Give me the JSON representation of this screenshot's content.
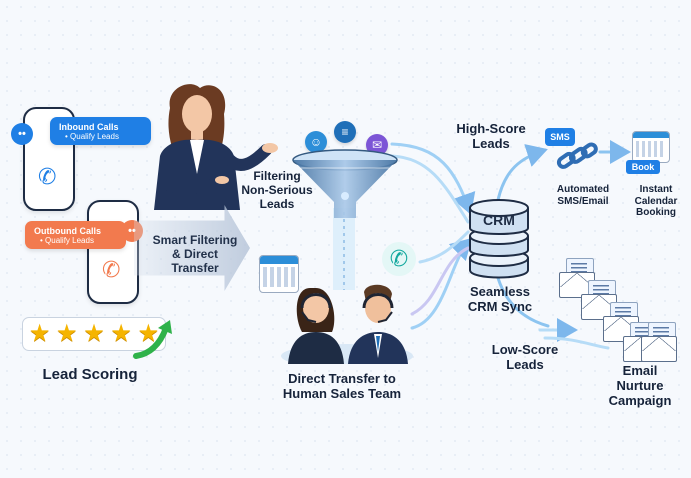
{
  "inbound": {
    "title": "Inbound Calls",
    "sub": "Qualify Leads"
  },
  "outbound": {
    "title": "Outbound Calls",
    "sub": "Qualify Leads"
  },
  "smart_filtering": {
    "line1": "Smart Filtering",
    "line2": "& Direct Transfer"
  },
  "lead_scoring": {
    "label": "Lead Scoring",
    "stars": 5
  },
  "filtering": {
    "line1": "Filtering",
    "line2": "Non-Serious",
    "line3": "Leads"
  },
  "direct_transfer": {
    "line1": "Direct Transfer to",
    "line2": "Human Sales Team"
  },
  "crm": {
    "badge": "CRM",
    "line1": "Seamless",
    "line2": "CRM Sync"
  },
  "high_score": {
    "line1": "High-Score",
    "line2": "Leads"
  },
  "low_score": {
    "line1": "Low-Score",
    "line2": "Leads"
  },
  "sms": {
    "badge": "SMS",
    "line1": "Automated",
    "line2": "SMS/Email"
  },
  "booking": {
    "badge": "Book",
    "line1": "Instant",
    "line2": "Calendar",
    "line3": "Booking"
  },
  "nurture": {
    "line1": "Email",
    "line2": "Nurture",
    "line3": "Campaign"
  },
  "colors": {
    "blue": "#1f7fe5",
    "orange": "#f27a4e",
    "navy": "#1e2c44",
    "flow": "#8cc4f0",
    "gold": "#f5b400",
    "green": "#2fb24a"
  },
  "icons": [
    "user-icon",
    "document-icon",
    "mail-icon",
    "phone-icon",
    "calendar-icon",
    "chain-link-icon",
    "headset-agent-icon",
    "database-icon",
    "funnel-icon",
    "envelope-icon"
  ]
}
